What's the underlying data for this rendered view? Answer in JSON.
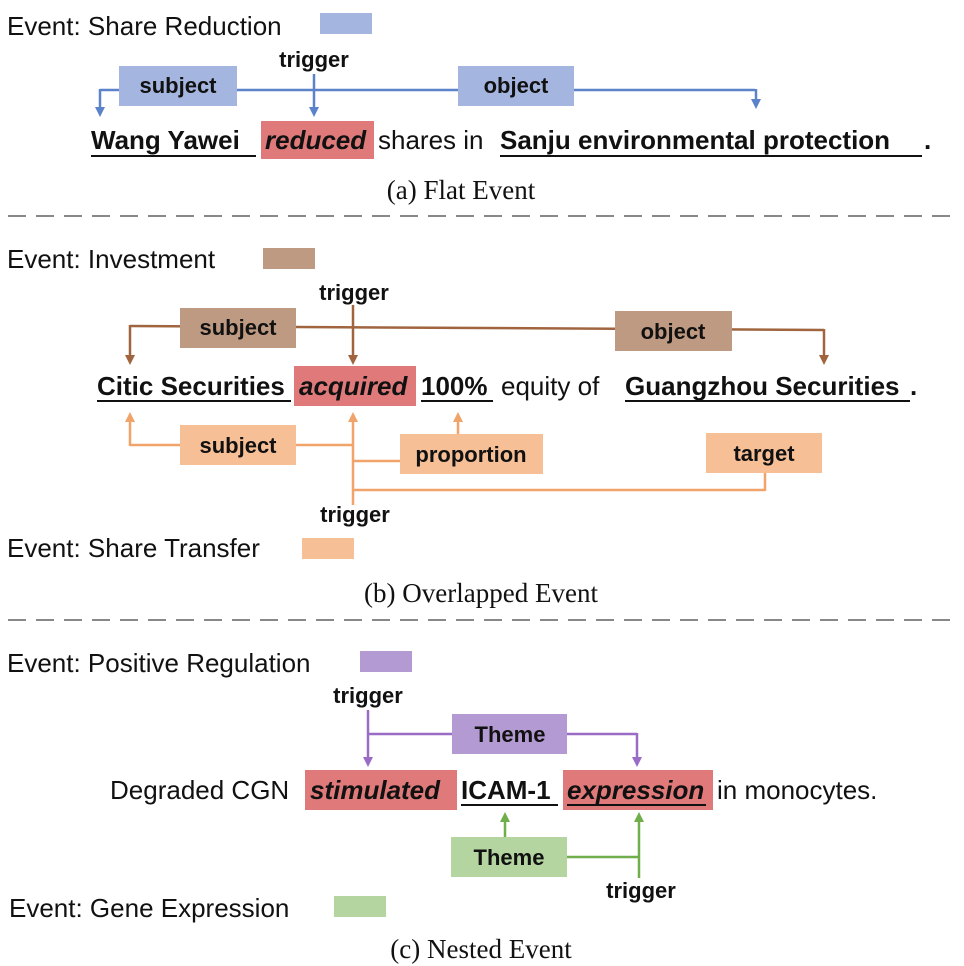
{
  "colors": {
    "share_reduction": "#a4b6e0",
    "share_reduction_line": "#5b83c9",
    "investment": "#bf9a82",
    "investment_line": "#a0653f",
    "share_transfer": "#f6bf96",
    "share_transfer_line": "#f0a46a",
    "positive_regulation": "#b49ad3",
    "positive_regulation_line": "#9b6cc6",
    "gene_expression": "#b5d5a0",
    "gene_expression_line": "#6fae4a",
    "trigger_highlight": "#e07a7a",
    "separator": "#888888"
  },
  "flat": {
    "event_label": "Event: Share Reduction",
    "trigger_label": "trigger",
    "subject_label": "subject",
    "object_label": "object",
    "sentence": {
      "subject": "Wang Yawei",
      "trigger": "reduced",
      "middle": "shares in",
      "object": "Sanju environmental protection",
      "end": "."
    },
    "caption": "(a) Flat Event"
  },
  "overlapped": {
    "event1_label": "Event: Investment",
    "event2_label": "Event: Share Transfer",
    "trigger_label_top": "trigger",
    "trigger_label_bottom": "trigger",
    "subject_label_top": "subject",
    "object_label_top": "object",
    "subject_label_bottom": "subject",
    "proportion_label": "proportion",
    "target_label": "target",
    "sentence": {
      "subject": "Citic Securities",
      "trigger": "acquired",
      "proportion": "100%",
      "middle": "equity of",
      "object": "Guangzhou Securities",
      "end": "."
    },
    "caption": "(b) Overlapped Event"
  },
  "nested": {
    "event1_label": "Event: Positive Regulation",
    "event2_label": "Event: Gene Expression",
    "trigger_label_top": "trigger",
    "trigger_label_bottom": "trigger",
    "theme_label_top": "Theme",
    "theme_label_bottom": "Theme",
    "sentence": {
      "start": "Degraded CGN",
      "trigger1": "stimulated",
      "arg": "ICAM-1",
      "trigger2": "expression",
      "end": "in monocytes."
    },
    "caption": "(c) Nested Event"
  }
}
